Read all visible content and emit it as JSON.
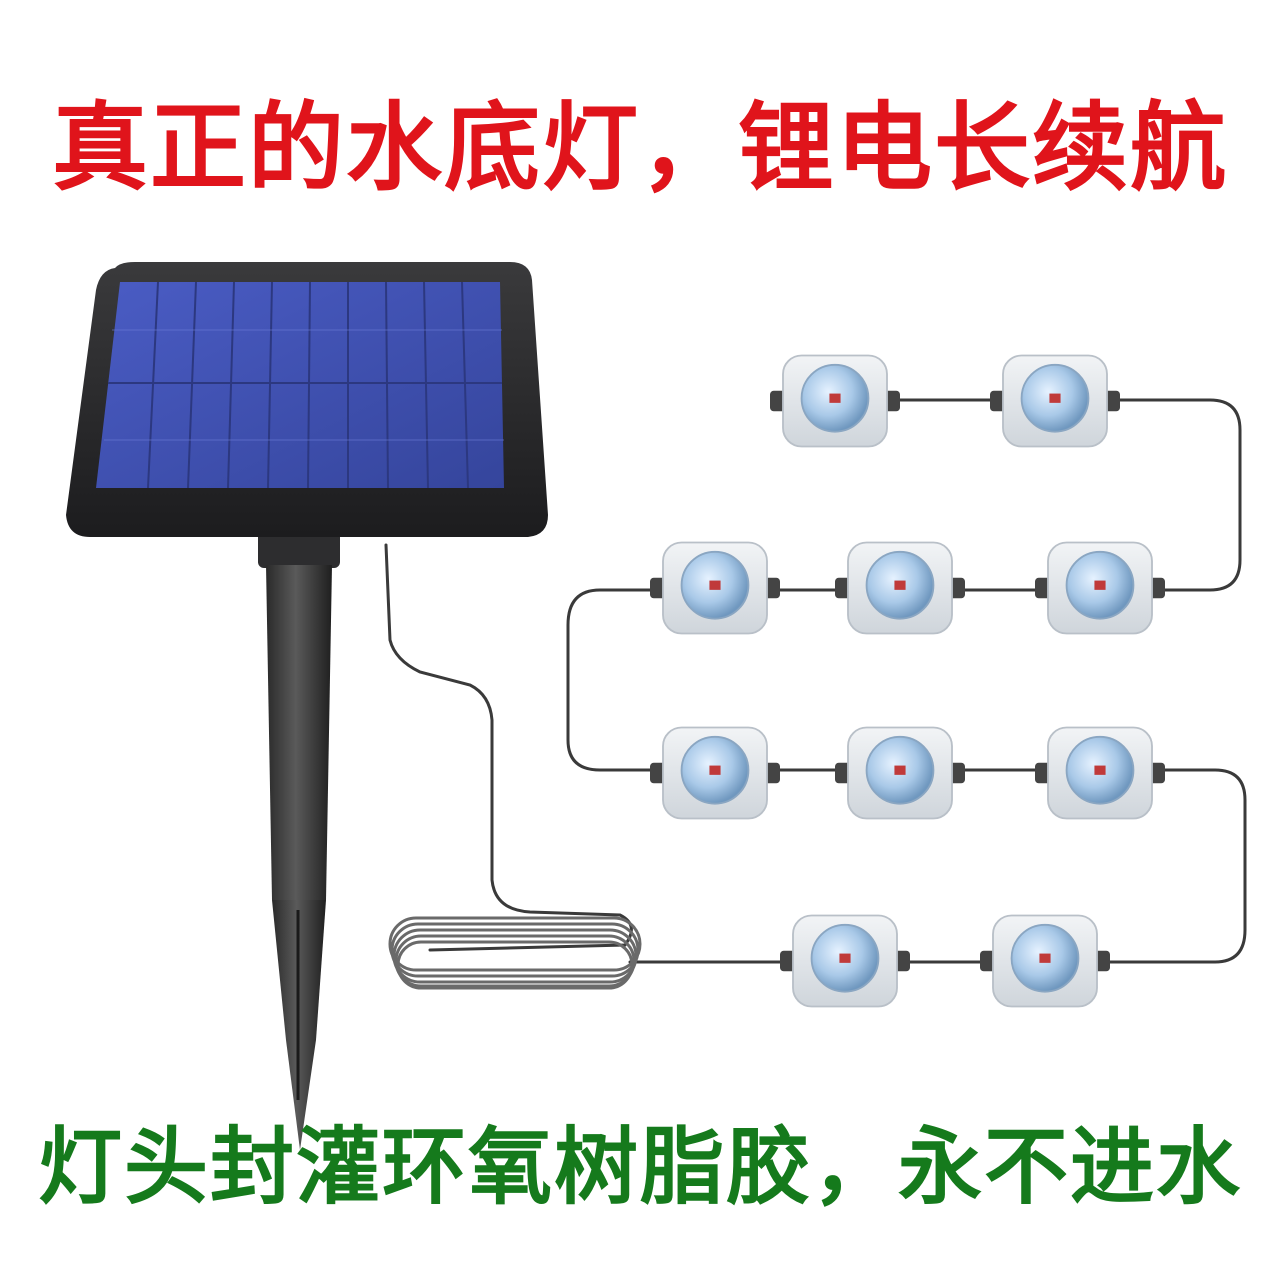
{
  "headline_top": "真正的水底灯，锂电长续航",
  "headline_bottom": "灯头封灌环氧树脂胶，永不进水",
  "colors": {
    "headline_top": "#e0141b",
    "headline_bottom": "#157a1c",
    "panel_frame": "#2b2b2d",
    "solar_cell": "#3f4fb0",
    "cable": "#3a3a3a",
    "lamp_housing": "#e4e8ec",
    "lamp_lens": "#a9c9e8"
  },
  "product": {
    "panel": "solar-panel",
    "stake": "ground-stake",
    "cable": "coiled-cable",
    "lamp_count": 10
  }
}
